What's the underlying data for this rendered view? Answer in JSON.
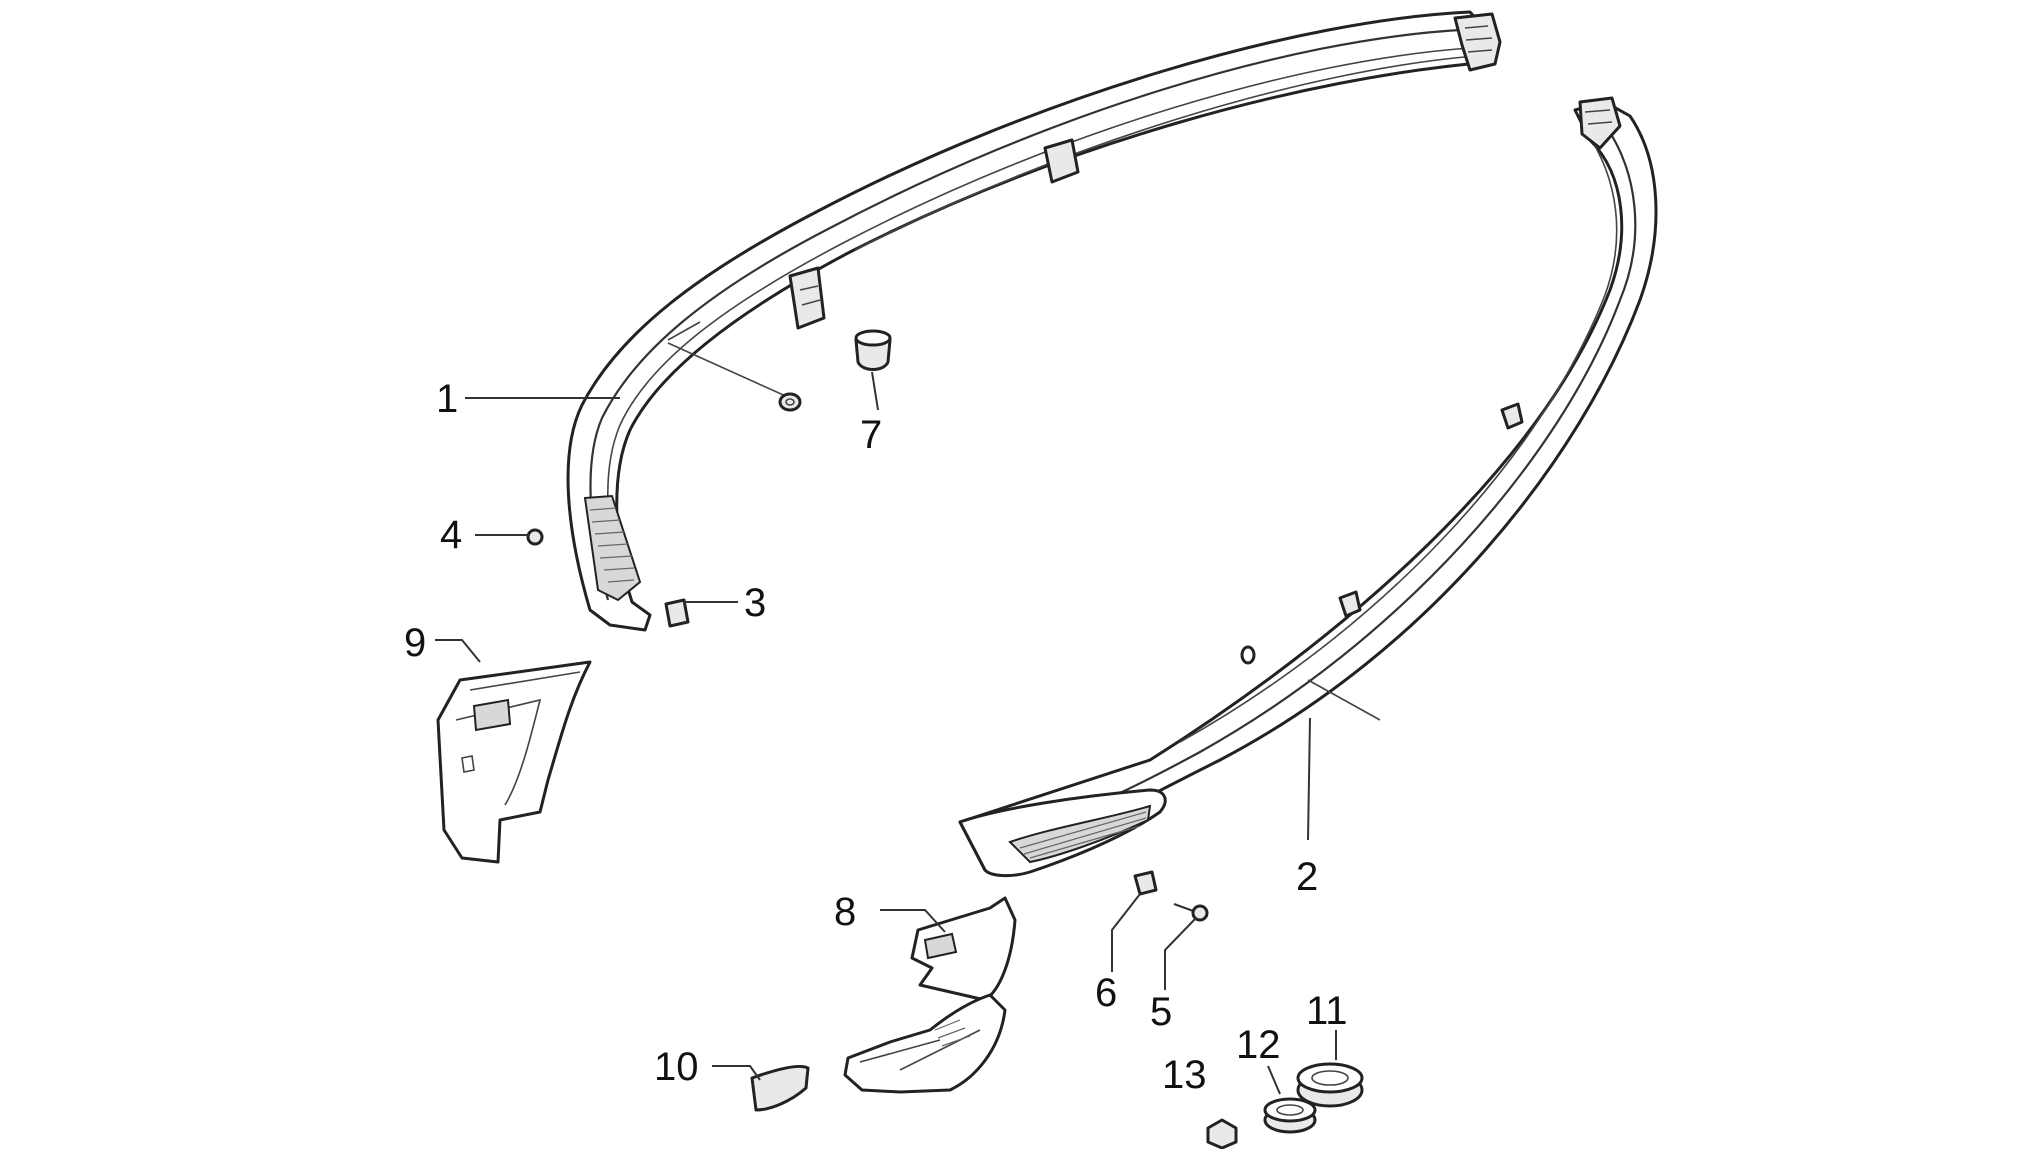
{
  "diagram": {
    "callouts": [
      {
        "id": "1",
        "label": "1"
      },
      {
        "id": "2",
        "label": "2"
      },
      {
        "id": "3",
        "label": "3"
      },
      {
        "id": "4",
        "label": "4"
      },
      {
        "id": "5",
        "label": "5"
      },
      {
        "id": "6",
        "label": "6"
      },
      {
        "id": "7",
        "label": "7"
      },
      {
        "id": "8",
        "label": "8"
      },
      {
        "id": "9",
        "label": "9"
      },
      {
        "id": "10",
        "label": "10"
      },
      {
        "id": "11",
        "label": "11"
      },
      {
        "id": "12",
        "label": "12"
      },
      {
        "id": "13",
        "label": "13"
      }
    ],
    "colors": {
      "line": "#222222",
      "background": "#ffffff",
      "shade": "#e9e9e9"
    }
  }
}
